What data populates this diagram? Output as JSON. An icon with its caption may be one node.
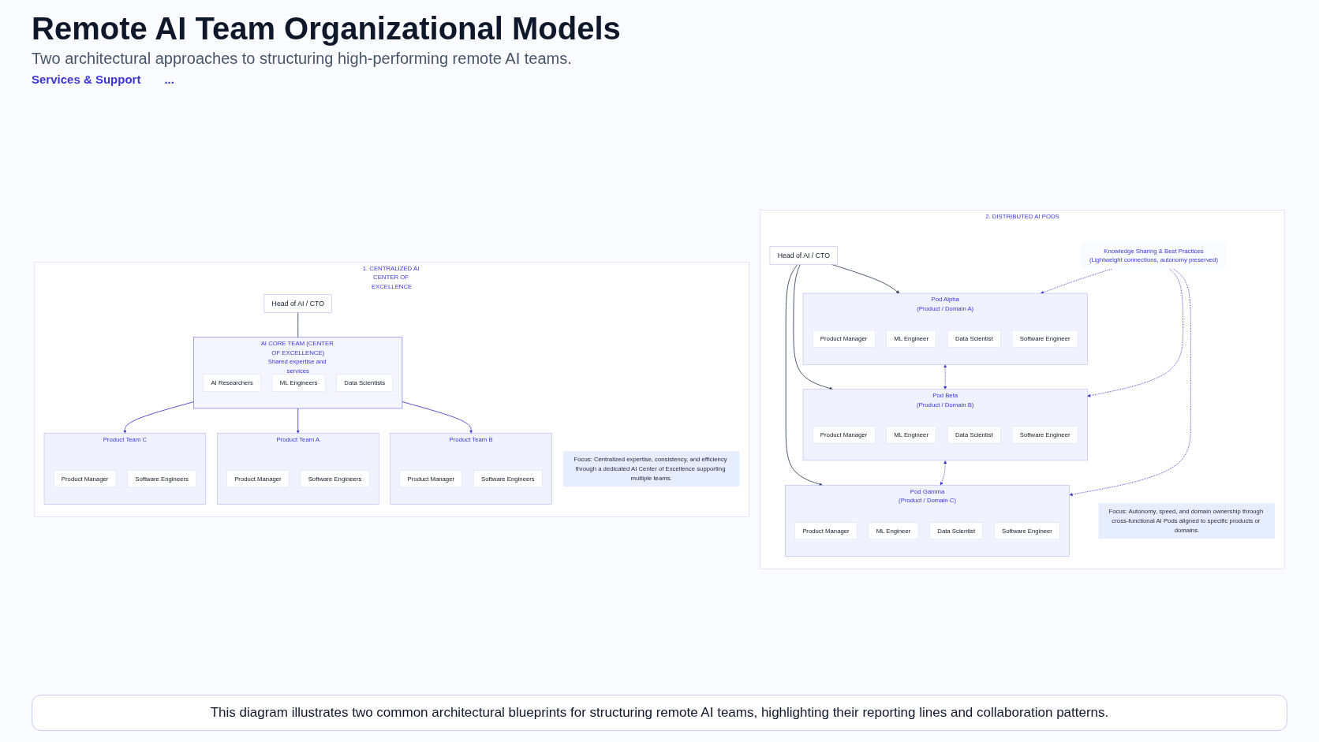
{
  "diagram": {
    "title": "Remote AI Team Organizational Models",
    "caption": "This diagram illustrates two common architectural blueprints for structuring remote AI teams, highlighting their reporting lines and collaboration patterns.",
    "nodes": [
      {
        "text": [
          "1. CENTRALIZED AI CENTER OF EXCELLENCE"
        ]
      },
      {
        "text": [
          "Head of AI / CTO"
        ],
        "in": 0
      },
      {
        "text": [
          "AI CORE TEAM (CENTER OF EXCELLENCE)",
          "Shared expertise and services"
        ],
        "in": 0
      },
      {
        "text": [
          "AI Researchers"
        ],
        "in": 2
      },
      {
        "text": [
          "ML Engineers"
        ],
        "in": 2
      },
      {
        "text": [
          "Data Scientists"
        ],
        "in": 2
      },
      {
        "text": [
          "Product Team A"
        ],
        "in": 0
      },
      {
        "text": [
          "Product Manager"
        ],
        "in": 6
      },
      {
        "text": [
          "Software Engineers"
        ],
        "in": 6
      },
      {
        "text": [
          "Product Team B"
        ],
        "in": 0
      },
      {
        "text": [
          "Product Manager"
        ],
        "in": 9
      },
      {
        "text": [
          "Software Engineers"
        ],
        "in": 9
      },
      {
        "text": [
          "Product Team C"
        ],
        "in": 0
      },
      {
        "text": [
          "Product Manager"
        ],
        "in": 12
      },
      {
        "text": [
          "Software Engineers"
        ],
        "in": 12
      },
      {
        "text": [
          "Focus: Centralized expertise, consistency, and efficiency through a dedicated AI Center of Excellence supporting multiple teams."
        ],
        "in": 0
      },
      {
        "text": [
          "2. DISTRIBUTED AI PODS"
        ]
      },
      {
        "text": [
          "Head of AI / CTO"
        ],
        "in": 16
      },
      {
        "text": [
          "Pod Alpha",
          "(Product / Domain A)"
        ],
        "in": 16
      },
      {
        "text": [
          "Product Manager"
        ],
        "in": 18
      },
      {
        "text": [
          "ML Engineer"
        ],
        "in": 18
      },
      {
        "text": [
          "Data Scientist"
        ],
        "in": 18
      },
      {
        "text": [
          "Software Engineer"
        ],
        "in": 18
      },
      {
        "text": [
          "Pod Beta",
          "(Product / Domain B)"
        ],
        "in": 16
      },
      {
        "text": [
          "Product Manager"
        ],
        "in": 23
      },
      {
        "text": [
          "ML Engineer"
        ],
        "in": 23
      },
      {
        "text": [
          "Data Scientist"
        ],
        "in": 23
      },
      {
        "text": [
          "Software Engineer"
        ],
        "in": 23
      },
      {
        "text": [
          "Pod Gamma",
          "(Product / Domain C)"
        ],
        "in": 16
      },
      {
        "text": [
          "Product Manager"
        ],
        "in": 28
      },
      {
        "text": [
          "ML Engineer"
        ],
        "in": 28
      },
      {
        "text": [
          "Data Scientist"
        ],
        "in": 28
      },
      {
        "text": [
          "Software Engineer"
        ],
        "in": 28
      },
      {
        "text": [
          "Knowledge Sharing & Best Practices",
          "(Lightweight connections, autonomy preserved)"
        ],
        "in": 16
      },
      {
        "text": [
          "Focus: Autonomy, speed, and domain ownership through cross-functional AI Pods aligned to specific products or domains."
        ],
        "in": 16
      }
    ],
    "edges": [
      {
        "from": 1,
        "to": 2,
        "arrow": "none",
        "color": "#334155"
      },
      {
        "from": 2,
        "to": 6,
        "arrow": "to"
      },
      {
        "from": 2,
        "to": 9,
        "arrow": "to"
      },
      {
        "from": 2,
        "to": 12,
        "arrow": "to"
      },
      {
        "from": 17,
        "to": 18,
        "arrow": "to",
        "color": "#334155"
      },
      {
        "from": 17,
        "to": 23,
        "arrow": "to",
        "color": "#334155"
      },
      {
        "from": 17,
        "to": 28,
        "arrow": "to",
        "color": "#334155"
      },
      {
        "from": 18,
        "to": 23,
        "arrow": "both",
        "style": "dashed"
      },
      {
        "from": 23,
        "to": 28,
        "arrow": "both",
        "style": "dashed"
      },
      {
        "from": 33,
        "to": 18,
        "arrow": "to",
        "style": "dashed"
      },
      {
        "from": 33,
        "to": 23,
        "arrow": "to",
        "style": "dashed"
      },
      {
        "from": 33,
        "to": 28,
        "arrow": "to",
        "style": "dashed"
      }
    ],
    "labels": [
      "Two architectural approaches to structuring high-performing remote AI teams.",
      "Services & Support",
      "..."
    ]
  }
}
